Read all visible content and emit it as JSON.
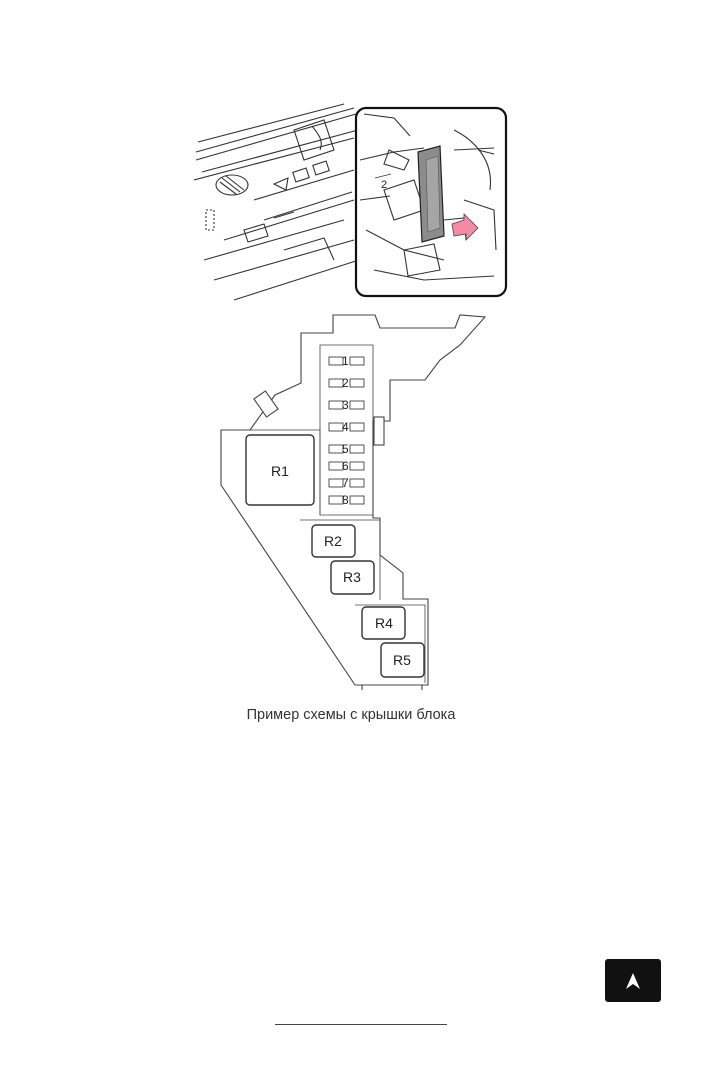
{
  "fuse_labels": [
    "1",
    "2",
    "3",
    "4",
    "5",
    "6",
    "7",
    "8"
  ],
  "relay_labels": [
    "R1",
    "R2",
    "R3",
    "R4",
    "R5"
  ],
  "inset_callout": "2",
  "caption": "Пример схемы с крышки блока",
  "colors": {
    "arrow": "#f48aa6",
    "scroll_button": "#111111"
  },
  "icons": {
    "scroll_top": "arrow-up-icon"
  }
}
